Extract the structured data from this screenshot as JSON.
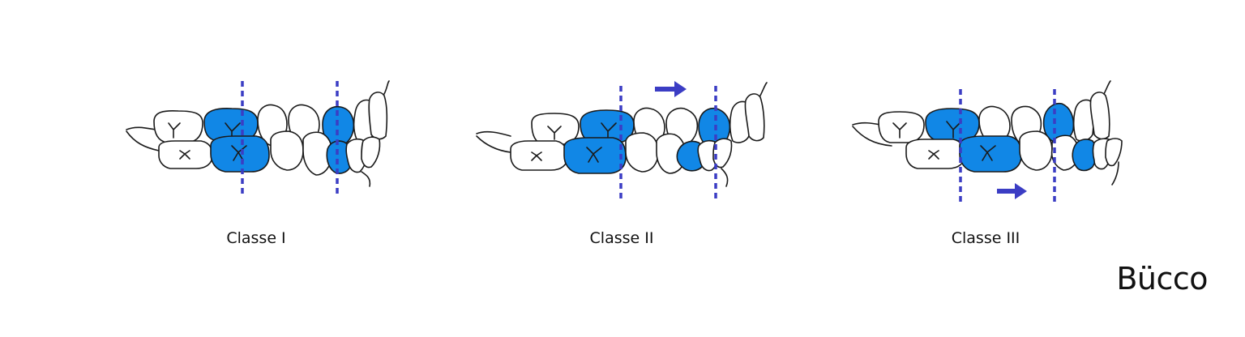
{
  "colors": {
    "tooth_fill": "#ffffff",
    "highlight": "#1187e6",
    "outline": "#1a1a1a",
    "line": "#3b3dc4",
    "text": "#111111"
  },
  "panels": [
    {
      "id": "classe-1",
      "label": "Classe I"
    },
    {
      "id": "classe-2",
      "label": "Classe II"
    },
    {
      "id": "classe-3",
      "label": "Classe III"
    }
  ],
  "brand": {
    "text": "Bücco"
  }
}
